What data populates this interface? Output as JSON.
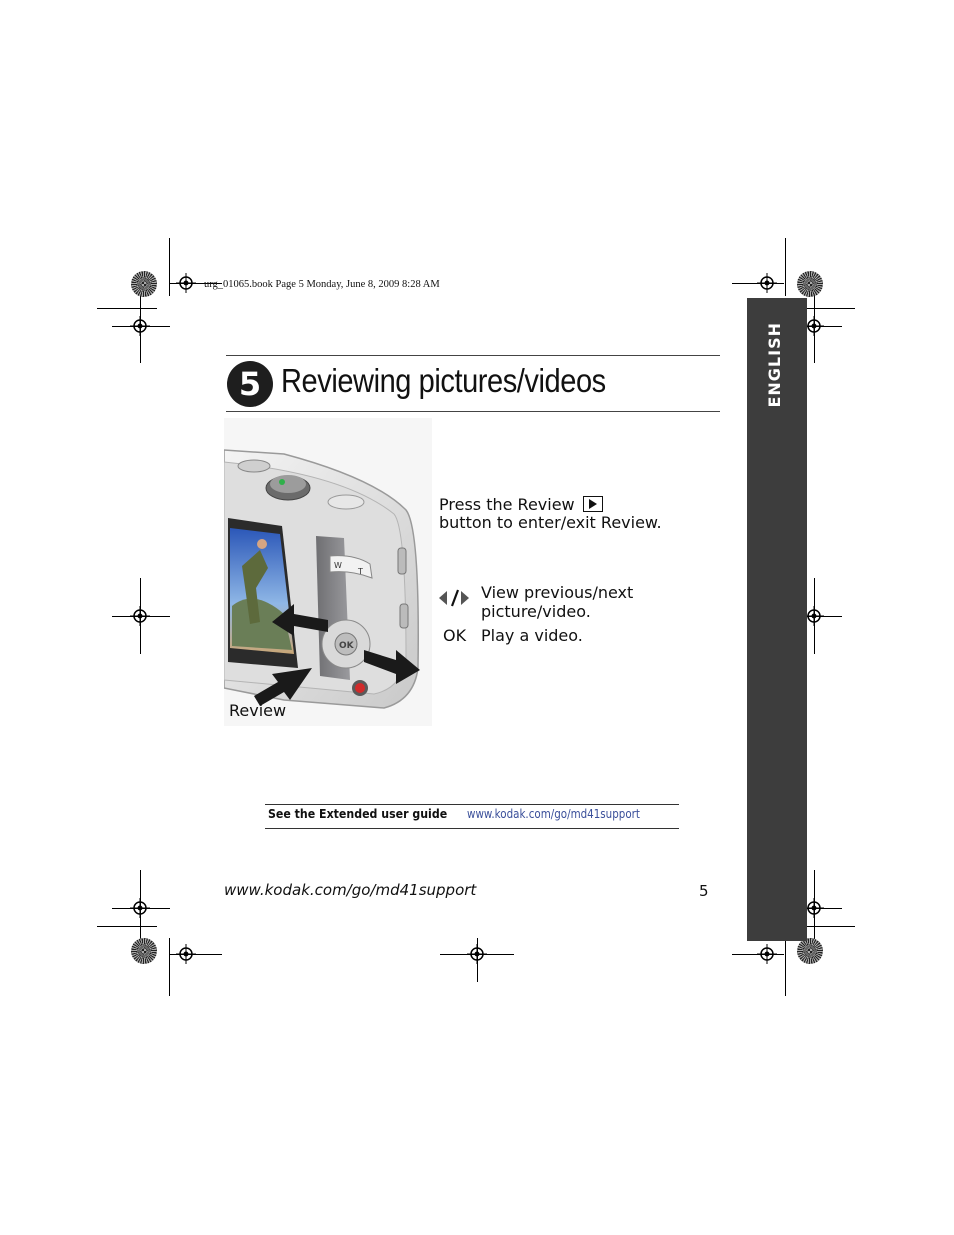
{
  "print_slug": "urg_01065.book  Page 5  Monday, June 8, 2009  8:28 AM",
  "side_tab": {
    "label": "ENGLISH"
  },
  "chapter": {
    "number": "5",
    "title": "Reviewing pictures/videos"
  },
  "illustration": {
    "callout": "Review",
    "ok_label": "OK",
    "zoom_w": "W",
    "zoom_t": "T"
  },
  "instructions": {
    "press_line1": "Press the Review",
    "press_line2": "button to enter/exit Review.",
    "review_icon": "play-icon",
    "rows": [
      {
        "key_icon": "left-right-arrows-icon",
        "text_line1": "View previous/next",
        "text_line2": "picture/video."
      },
      {
        "key": "OK",
        "text_line1": "Play a video."
      }
    ]
  },
  "reference": {
    "label": "See the Extended user guide",
    "url": "www.kodak.com/go/md41support"
  },
  "footer": {
    "url": "www.kodak.com/go/md41support",
    "page_number": "5"
  },
  "colors": {
    "side_tab": "#3d3d3d",
    "link": "#3a4f9a",
    "badge": "#1e1e1e"
  }
}
